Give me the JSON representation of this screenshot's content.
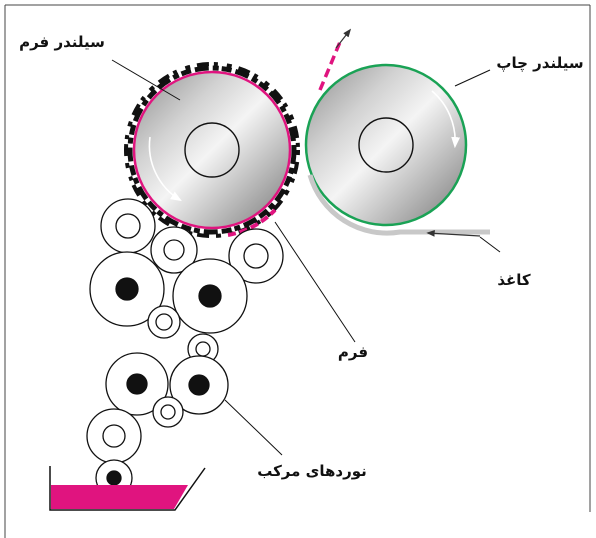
{
  "labels": {
    "form_cylinder": "سیلندر فرم",
    "print_cylinder": "سیلندر چاپ",
    "paper": "کاغذ",
    "form": "فرم",
    "ink_rollers": "نوردهای مرکب"
  },
  "colors": {
    "magenta": "#e0147f",
    "green": "#1aa255",
    "frame": "#444444",
    "ink_black": "#111111"
  },
  "icons": [
    "arrow-icon"
  ]
}
